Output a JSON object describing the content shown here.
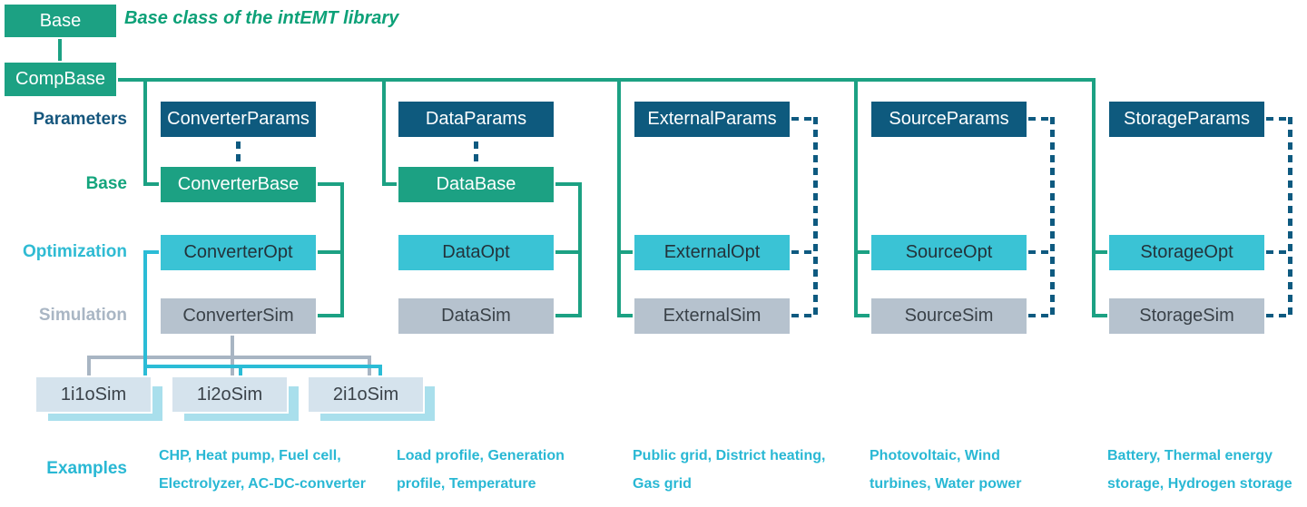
{
  "title": "Base class of the intEMT library",
  "root": {
    "base": "Base",
    "comp_base": "CompBase"
  },
  "row_labels": {
    "parameters": "Parameters",
    "base": "Base",
    "optimization": "Optimization",
    "simulation": "Simulation",
    "examples": "Examples"
  },
  "columns": [
    {
      "name": "converter",
      "params": "ConverterParams",
      "base": "ConverterBase",
      "opt": "ConverterOpt",
      "sim": "ConverterSim",
      "examples": "CHP, Heat pump, Fuel cell,\nElectrolyzer, AC-DC-converter"
    },
    {
      "name": "data",
      "params": "DataParams",
      "base": "DataBase",
      "opt": "DataOpt",
      "sim": "DataSim",
      "examples": "Load profile, Generation\nprofile, Temperature"
    },
    {
      "name": "external",
      "params": "ExternalParams",
      "opt": "ExternalOpt",
      "sim": "ExternalSim",
      "examples": "Public grid, District heating,\nGas grid"
    },
    {
      "name": "source",
      "params": "SourceParams",
      "opt": "SourceOpt",
      "sim": "SourceSim",
      "examples": "Photovoltaic, Wind\nturbines, Water power"
    },
    {
      "name": "storage",
      "params": "StorageParams",
      "opt": "StorageOpt",
      "sim": "StorageSim",
      "examples": "Battery, Thermal energy\nstorage, Hydrogen storage"
    }
  ],
  "sim_variants": [
    "1i1oSim",
    "1i2oSim",
    "2i1oSim"
  ],
  "colors": {
    "green": "#1CA183",
    "dark_blue": "#0E5A7E",
    "cyan_box": "#3AC3D5",
    "cyan_line": "#2BBCD6",
    "gray_box": "#B6C2CE",
    "gray_line": "#A8B5C3",
    "stack_fill": "#D5E3ED",
    "stack_shadow": "#A9DFEC",
    "title_green": "#0DA178",
    "example_text": "#29B8D4"
  }
}
